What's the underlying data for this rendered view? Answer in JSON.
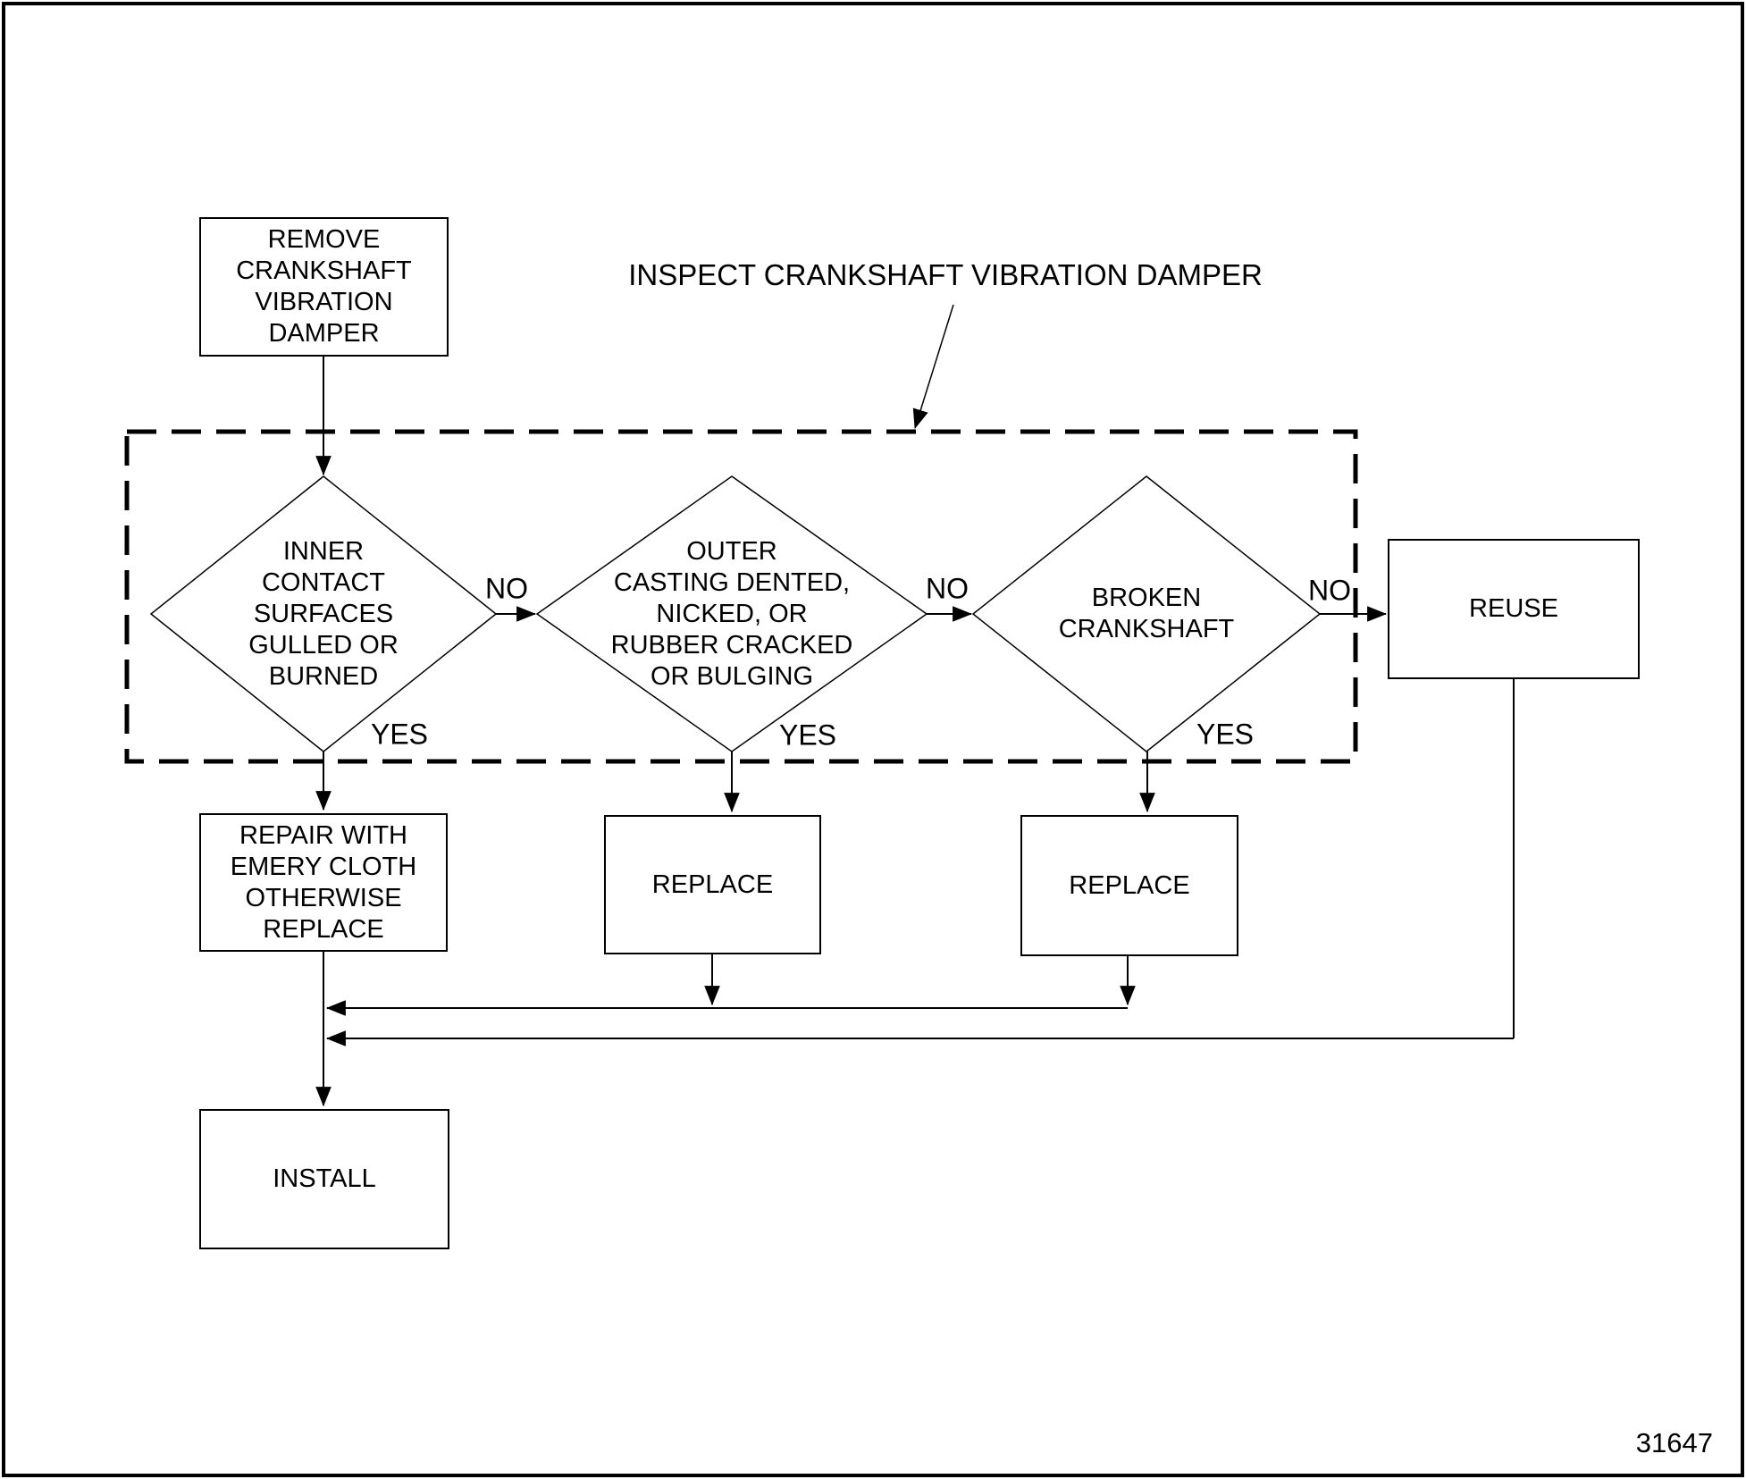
{
  "title": "INSPECT CRANKSHAFT VIBRATION DAMPER",
  "figure_number": "31647",
  "nodes": {
    "remove": {
      "label": "REMOVE\nCRANKSHAFT\nVIBRATION\nDAMPER"
    },
    "inner": {
      "label": "INNER\nCONTACT\nSURFACES\nGULLED OR\nBURNED"
    },
    "outer": {
      "label": "OUTER\nCASTING DENTED,\nNICKED, OR\nRUBBER CRACKED\nOR BULGING"
    },
    "broken": {
      "label": "BROKEN\nCRANKSHAFT"
    },
    "reuse": {
      "label": "REUSE"
    },
    "repair": {
      "label": "REPAIR WITH\nEMERY CLOTH\nOTHERWISE\nREPLACE"
    },
    "replace_outer": {
      "label": "REPLACE"
    },
    "replace_broken": {
      "label": "REPLACE"
    },
    "install": {
      "label": "INSTALL"
    }
  },
  "edge_labels": {
    "inner_no": "NO",
    "inner_yes": "YES",
    "outer_no": "NO",
    "outer_yes": "YES",
    "broken_no": "NO",
    "broken_yes": "YES"
  },
  "colors": {
    "ink": "#000000",
    "paper": "#ffffff"
  }
}
